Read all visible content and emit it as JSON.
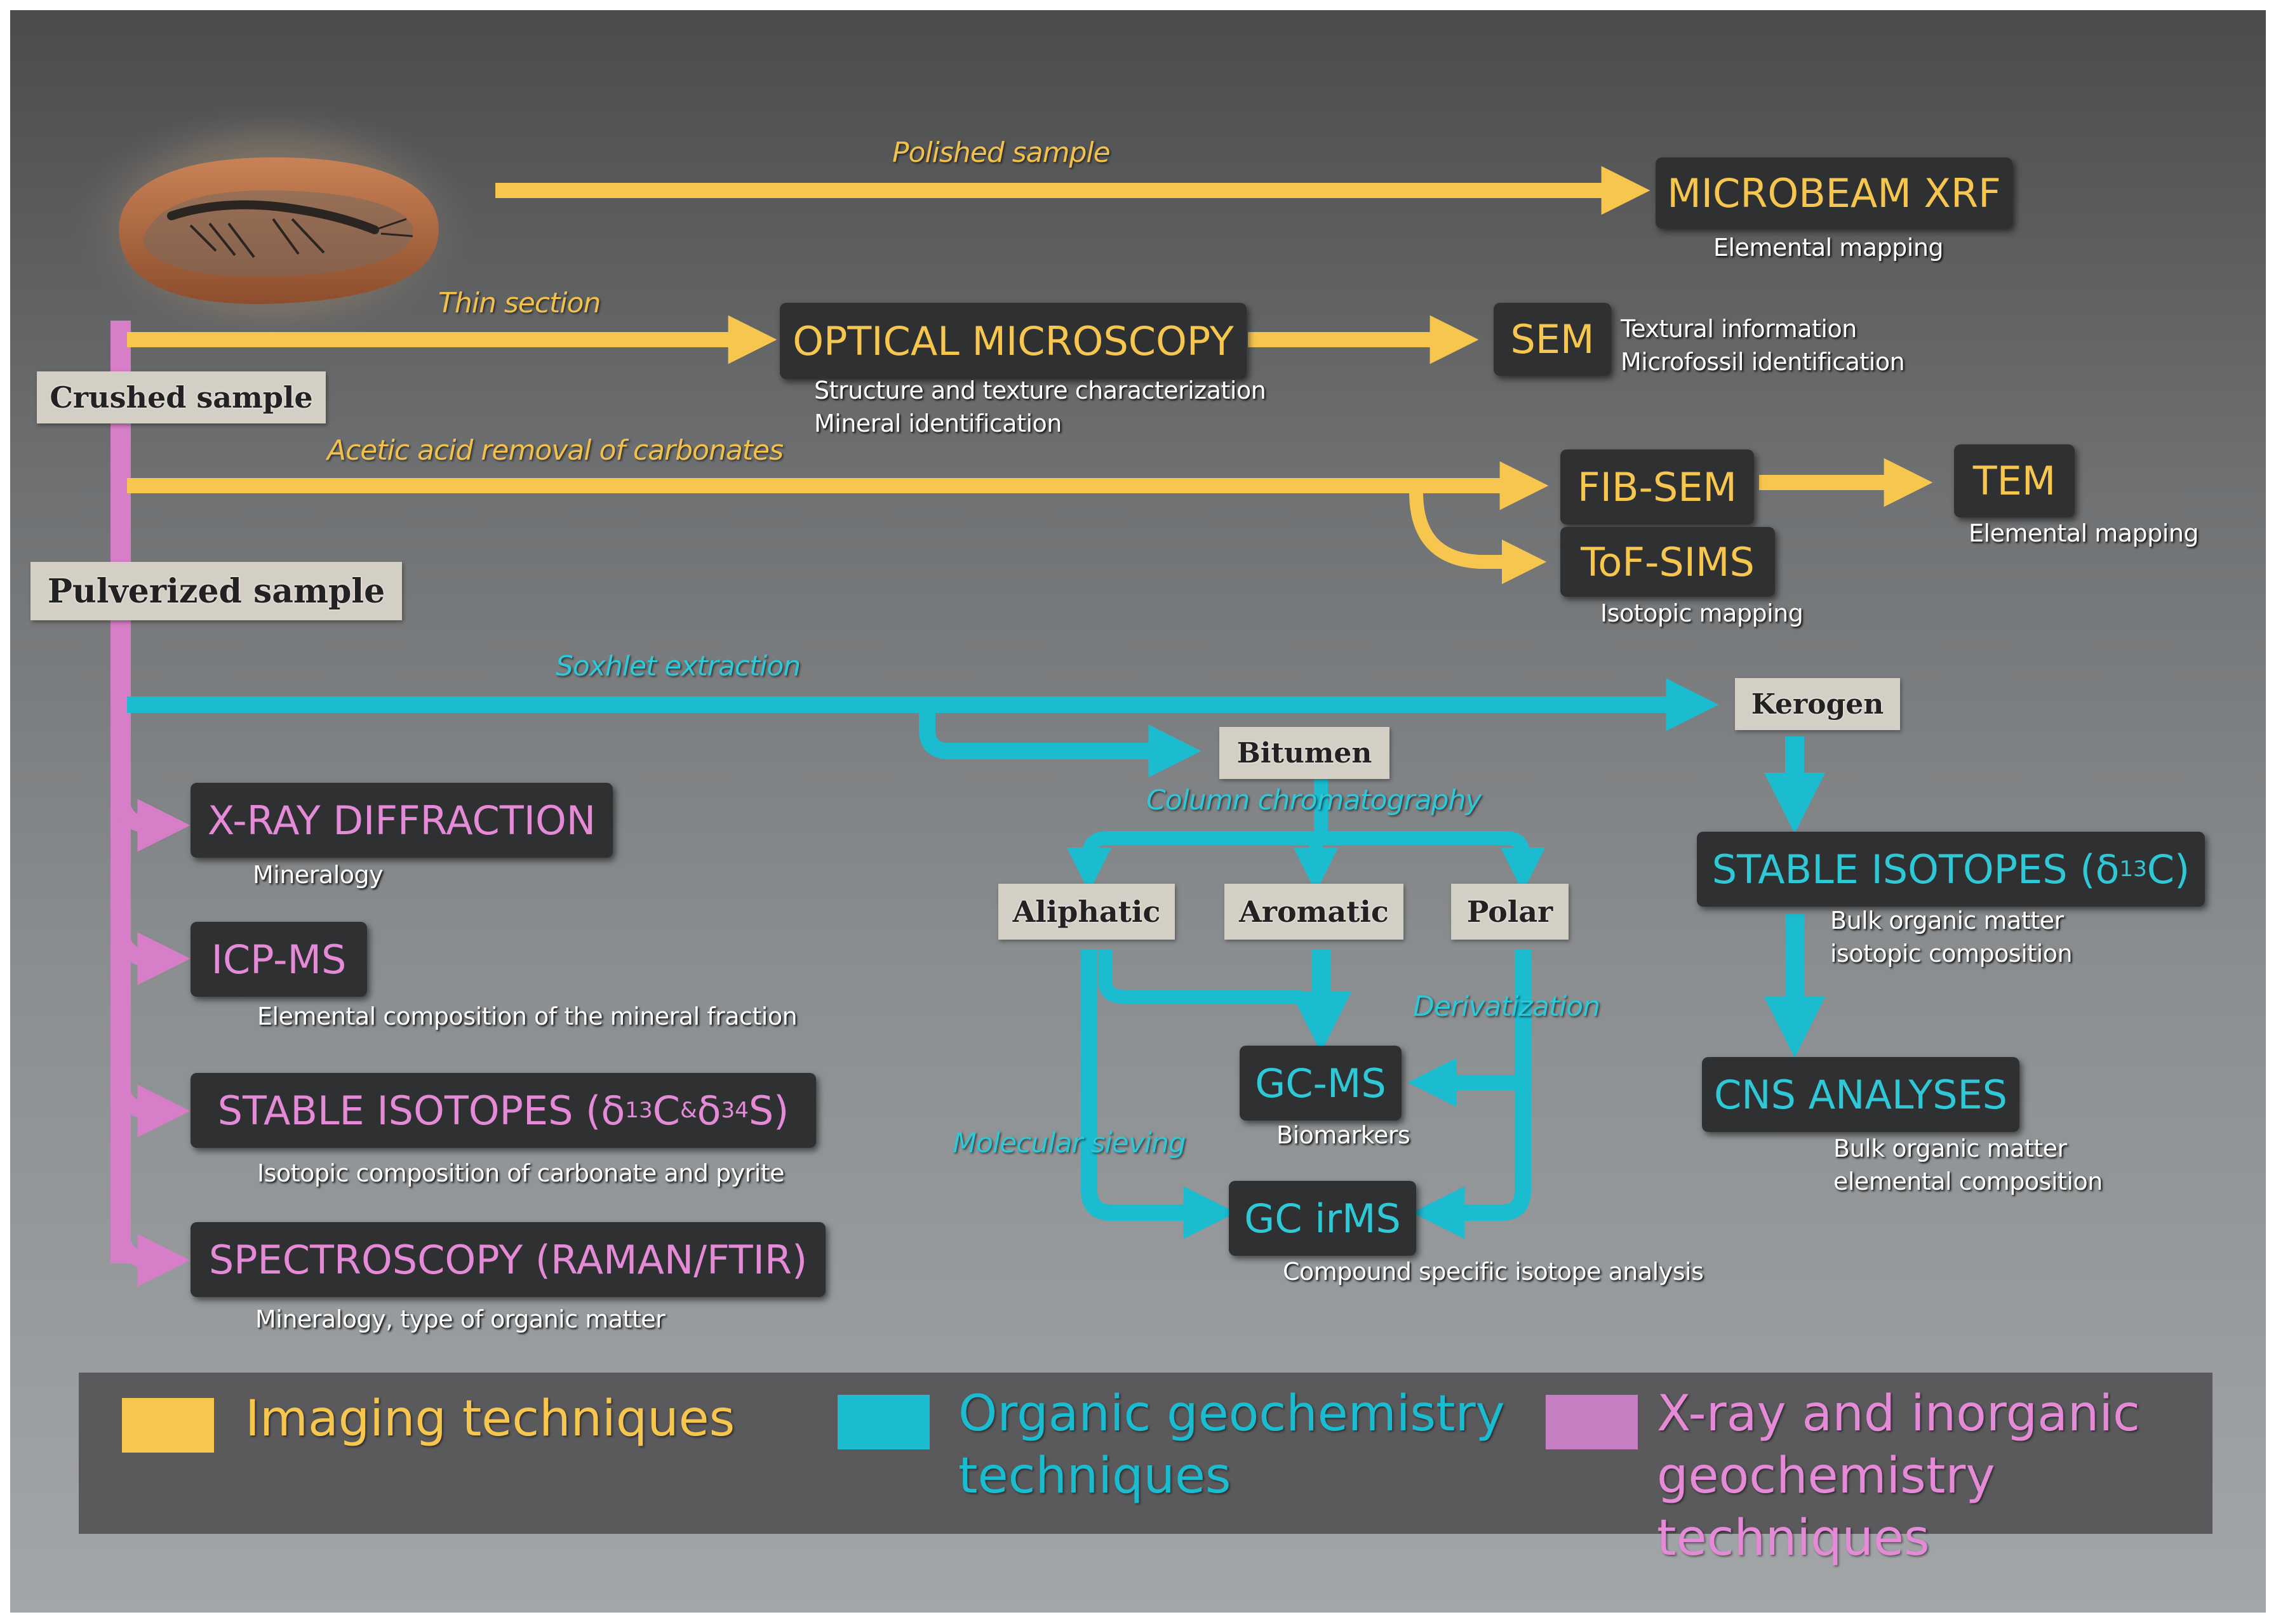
{
  "colors": {
    "imaging": "#f6c64f",
    "organic": "#1bbcd0",
    "inorganic": "#d77ec8",
    "box_bg": "#2f3032",
    "tag_bg": "#d4cfc5"
  },
  "image": {
    "name": "shrimp-fossil-specimen"
  },
  "paths": {
    "polished": "Polished sample",
    "thin_section": "Thin section",
    "acetic": "Acetic acid removal of carbonates",
    "soxhlet": "Soxhlet extraction",
    "column": "Column chromatography",
    "derivatization": "Derivatization",
    "sieving": "Molecular sieving"
  },
  "tags": {
    "crushed": "Crushed sample",
    "pulverized": "Pulverized sample",
    "kerogen": "Kerogen",
    "bitumen": "Bitumen",
    "aliphatic": "Aliphatic",
    "aromatic": "Aromatic",
    "polar": "Polar"
  },
  "imaging": {
    "xrf": {
      "title": "MICROBEAM XRF",
      "note": "Elemental mapping"
    },
    "optical": {
      "title": "OPTICAL MICROSCOPY",
      "note1": "Structure and texture characterization",
      "note2": "Mineral identification"
    },
    "sem": {
      "title": "SEM",
      "note1": "Textural information",
      "note2": "Microfossil identification"
    },
    "fibsem": {
      "title": "FIB-SEM"
    },
    "tem": {
      "title": "TEM",
      "note": "Elemental mapping"
    },
    "tofsims": {
      "title": "ToF-SIMS",
      "note": "Isotopic mapping"
    }
  },
  "inorganic": {
    "xrd": {
      "title": "X-RAY DIFFRACTION",
      "note": "Mineralogy"
    },
    "icpms": {
      "title": "ICP-MS",
      "note": "Elemental composition of the mineral fraction"
    },
    "isotopes": {
      "title_a": "STABLE ISOTOPES (δ",
      "sup1": "13",
      "mid": "C",
      "amp": "&",
      "delta2": " δ",
      "sup2": "34",
      "end": "S)",
      "note": "Isotopic composition of carbonate and pyrite"
    },
    "spectro": {
      "title": "SPECTROSCOPY (RAMAN/FTIR)",
      "note": "Mineralogy, type of organic matter"
    }
  },
  "organic": {
    "kerogen_iso": {
      "title_a": "STABLE ISOTOPES (δ",
      "sup": "13",
      "end": "C)",
      "note1": "Bulk organic matter",
      "note2": "isotopic composition"
    },
    "cns": {
      "title": "CNS ANALYSES",
      "note1": "Bulk organic matter",
      "note2": "elemental composition"
    },
    "gcms": {
      "title": "GC-MS",
      "note": "Biomarkers"
    },
    "gcirms": {
      "title": "GC irMS",
      "note": "Compound specific isotope analysis"
    }
  },
  "legend": {
    "imaging": "Imaging techniques",
    "organic_1": "Organic geochemistry",
    "organic_2": "techniques",
    "inorganic_1": "X-ray and inorganic",
    "inorganic_2": "geochemistry techniques"
  }
}
